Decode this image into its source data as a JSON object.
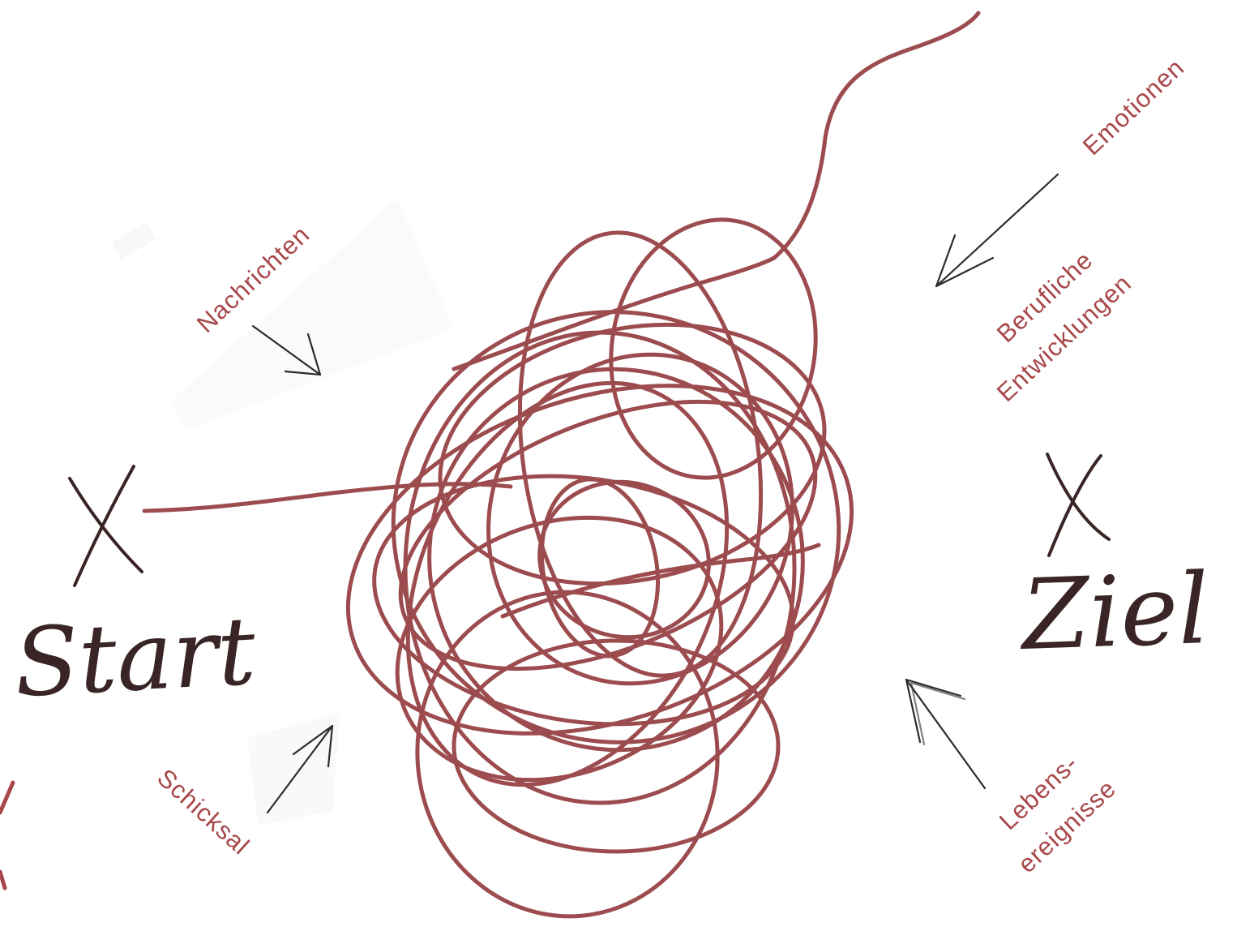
{
  "colors": {
    "tangle": "#9c4c4f",
    "labels": "#a8474a",
    "handwriting": "#3a2526",
    "arrows": "#2c2c2c",
    "background": "#ffffff"
  },
  "start": {
    "marker": "X",
    "label": "Start"
  },
  "goal": {
    "marker": "X",
    "label": "Ziel"
  },
  "influences": {
    "news": "Nachrichten",
    "fate": "Schicksal",
    "emotions": "Emotionen",
    "career_line1": "Berufliche",
    "career_line2": "Entwicklungen",
    "life_events_line1": "Lebens-",
    "life_events_line2": "ereignisse"
  }
}
